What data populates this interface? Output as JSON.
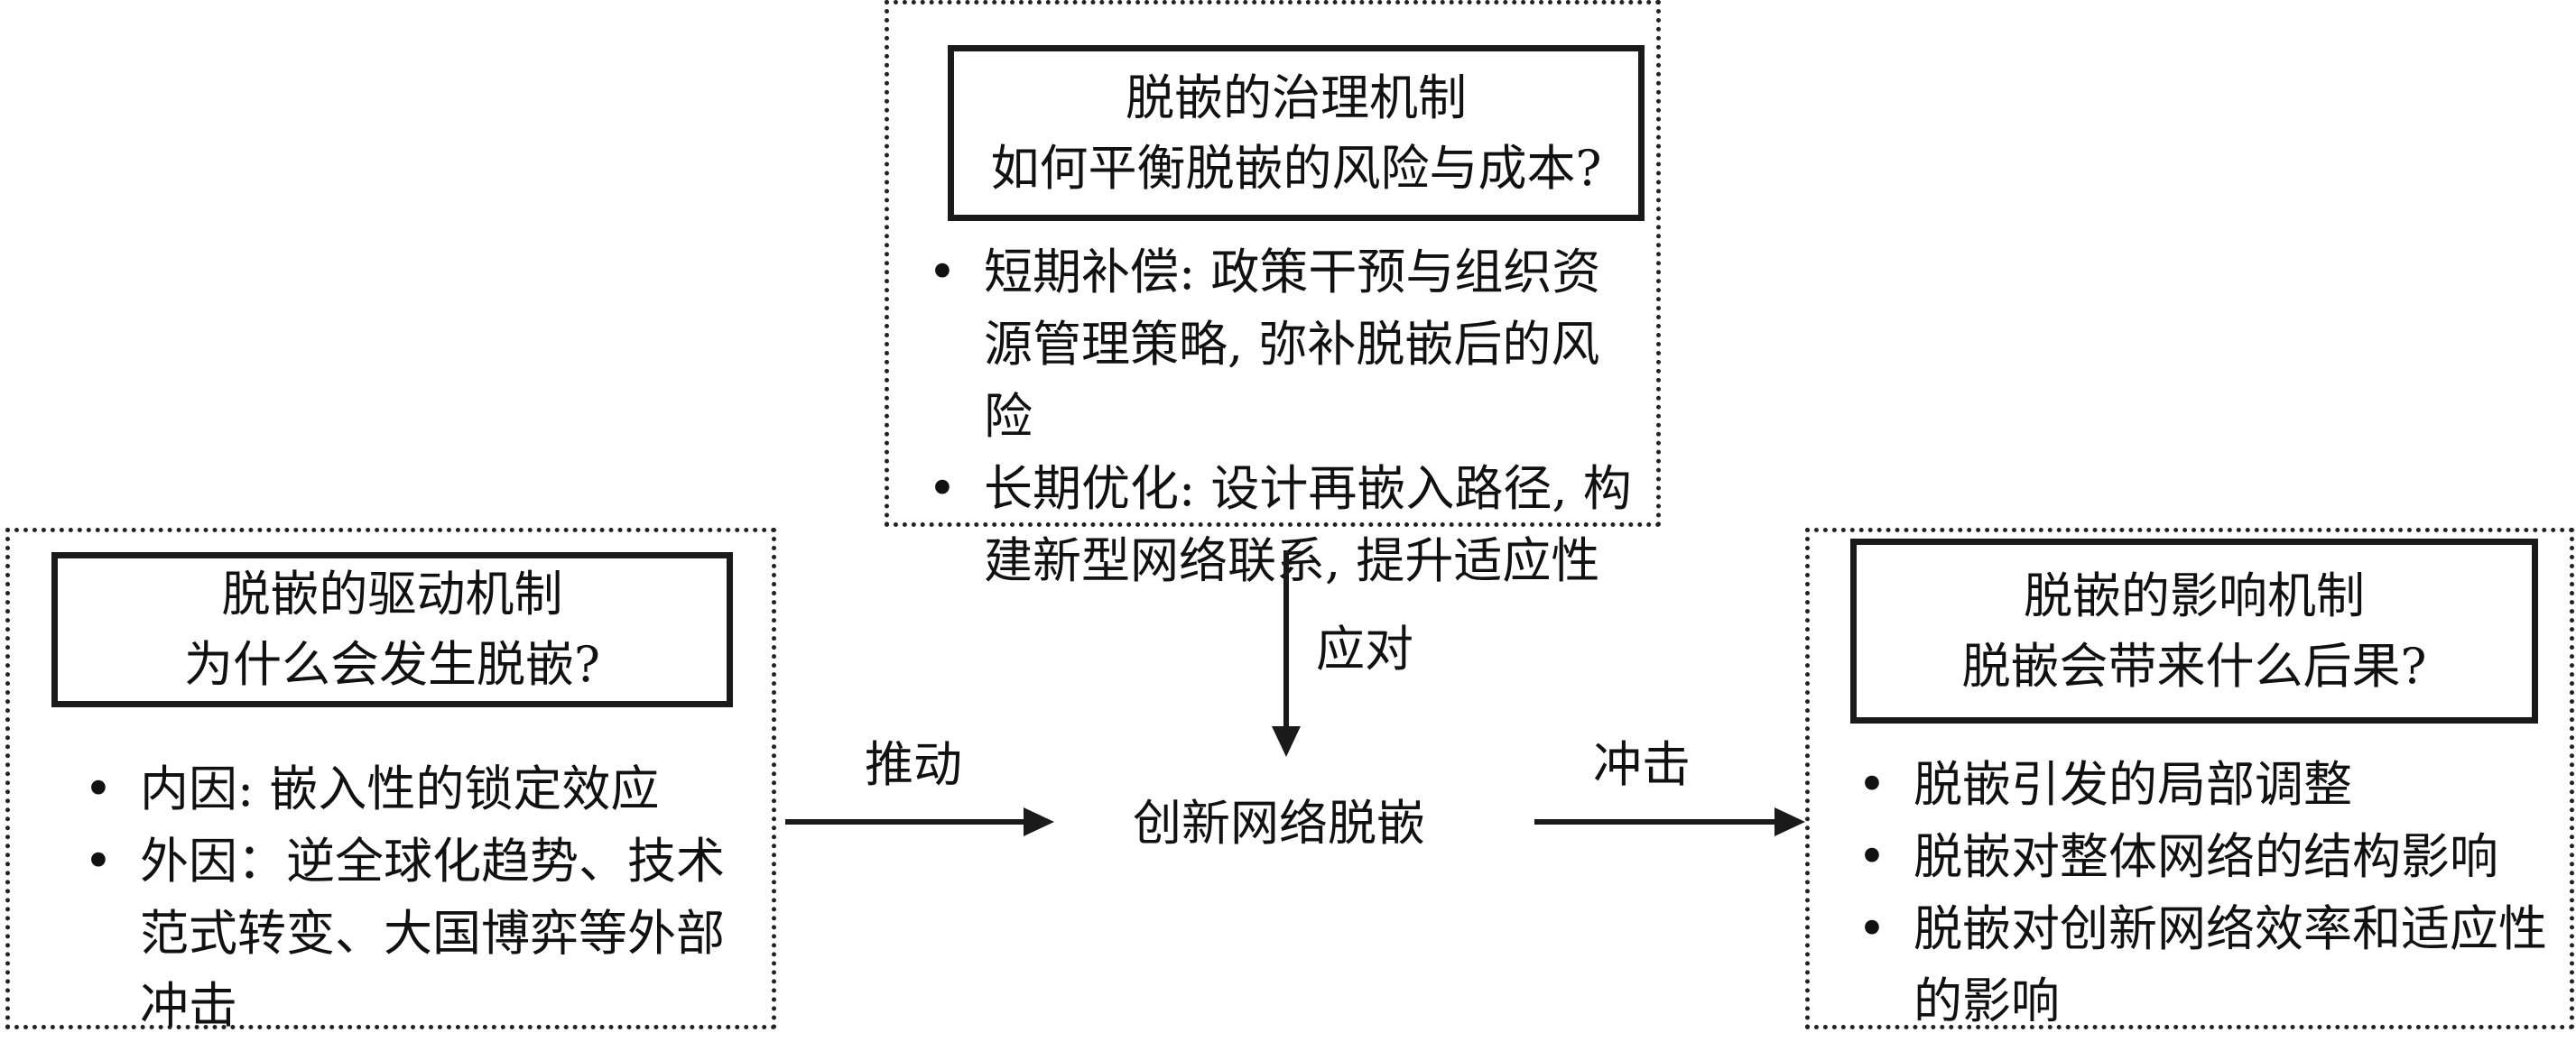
{
  "governance": {
    "title": "脱嵌的治理机制",
    "question": "如何平衡脱嵌的风险与成本?",
    "bullets": [
      "短期补偿: 政策干预与组织资源管理策略, 弥补脱嵌后的风险",
      "长期优化: 设计再嵌入路径, 构建新型网络联系, 提升适应性"
    ]
  },
  "driving": {
    "title": "脱嵌的驱动机制",
    "question": "为什么会发生脱嵌?",
    "bullets": [
      "内因: 嵌入性的锁定效应",
      "外因：逆全球化趋势、技术范式转变、大国博弈等外部冲击"
    ]
  },
  "impact": {
    "title": "脱嵌的影响机制",
    "question": "脱嵌会带来什么后果?",
    "bullets": [
      "脱嵌引发的局部调整",
      "脱嵌对整体网络的结构影响",
      "脱嵌对创新网络效率和适应性的影响"
    ]
  },
  "center": {
    "label": "创新网络脱嵌"
  },
  "arrows": {
    "push": "推动",
    "respond": "应对",
    "impact": "冲击"
  }
}
